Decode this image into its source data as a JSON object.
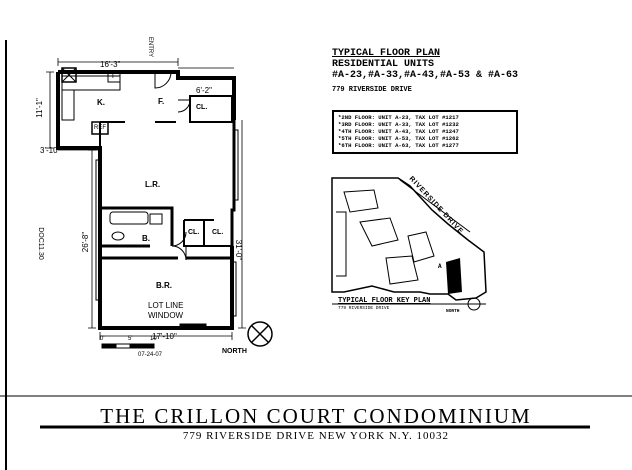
{
  "header": {
    "plan_title": "TYPICAL FLOOR PLAN",
    "plan_subtitle": "RESIDENTIAL UNITS",
    "unit_list": "#A-23,#A-33,#A-43,#A-53 & #A-63",
    "address": "779 RIVERSIDE DRIVE"
  },
  "units_table": [
    "*2ND FLOOR: UNIT A-23, TAX LOT #1217",
    "*3RD FLOOR: UNIT A-33, TAX LOT #1232",
    "*4TH FLOOR: UNIT A-43, TAX LOT #1247",
    "*5TH FLOOR: UNIT A-53, TAX LOT #1262",
    "*6TH FLOOR: UNIT A-63, TAX LOT #1277"
  ],
  "floor_plan": {
    "rooms": {
      "kitchen": "K.",
      "foyer": "F.",
      "closet_1": "CL.",
      "living_room": "L.R.",
      "bath": "B.",
      "closet_2": "CL.",
      "closet_3": "CL.",
      "bedroom": "B.R."
    },
    "dimensions": {
      "top_width": "16'-3\"",
      "foyer_width": "6'-2\"",
      "kitchen_height": "11'-1\"",
      "jog": "3'-10\"",
      "left_height": "26'-8\"",
      "right_height": "31'-0\"",
      "bottom_width": "17'-10\""
    },
    "fixtures": {
      "refrigerator": "REF",
      "fridge_mark": "F"
    },
    "entry_label": "ENTRY",
    "lot_line_window_1": "LOT LINE",
    "lot_line_window_2": "WINDOW",
    "doc_id": "DOC11.30",
    "scale_labels": [
      "0'",
      "5'",
      "10'"
    ],
    "date": "07-24-07",
    "north_label": "NORTH"
  },
  "key_plan": {
    "street_label": "RIVERSIDE DRIVE",
    "title": "TYPICAL FLOOR KEY PLAN",
    "subtitle": "779 RIVERSIDE DRIVE",
    "north_label": "NORTH",
    "unit_mark": "A"
  },
  "footer": {
    "title": "THE CRILLON COURT CONDOMINIUM",
    "subtitle": "779   RIVERSIDE DRIVE NEW YORK   N.Y. 10032"
  }
}
